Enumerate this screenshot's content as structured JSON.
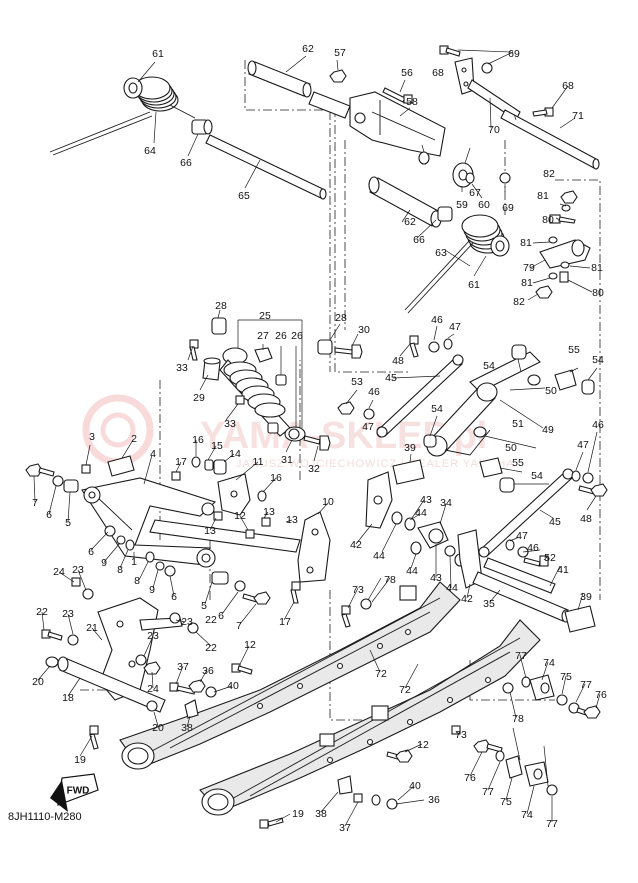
{
  "diagram_code": "8JH1110-M280",
  "watermark": {
    "main": "YAMA-SKLEP.pl",
    "sub": "JANUSZ WOJCIECHOWICZ | DEALER YAMAHA"
  },
  "direction_badge": "FWD",
  "callouts": {
    "c1": "1",
    "c2": "2",
    "c3": "3",
    "c4": "4",
    "c5a": "5",
    "c5b": "5",
    "c6a": "6",
    "c6b": "6",
    "c6c": "6",
    "c7a": "7",
    "c7b": "7",
    "c8a": "8",
    "c8b": "8",
    "c9a": "9",
    "c9b": "9",
    "c10": "10",
    "c11": "11",
    "c12a": "12",
    "c12b": "12",
    "c13a": "13",
    "c13b": "13",
    "c13c": "13",
    "c14": "14",
    "c15": "15",
    "c16a": "16",
    "c16b": "16",
    "c17a": "17",
    "c17b": "17",
    "c18": "18",
    "c19a": "19",
    "c19b": "19",
    "c20a": "20",
    "c20b": "20",
    "c21": "21",
    "c22a": "22",
    "c22b": "22",
    "c23a": "23",
    "c23b": "23",
    "c23c": "23",
    "c23d": "23",
    "c24a": "24",
    "c24b": "24",
    "c25": "25",
    "c26a": "26",
    "c26b": "26",
    "c27": "27",
    "c28a": "28",
    "c28b": "28",
    "c29": "29",
    "c30": "30",
    "c31": "31",
    "c32": "32",
    "c33a": "33",
    "c33b": "33",
    "c34": "34",
    "c35": "35",
    "c36a": "36",
    "c36b": "36",
    "c37a": "37",
    "c37b": "37",
    "c38a": "38",
    "c38b": "38",
    "c39a": "39",
    "c39b": "39",
    "c40a": "40",
    "c40b": "40",
    "c41": "41",
    "c42a": "42",
    "c42b": "42",
    "c43a": "43",
    "c43b": "43",
    "c44a": "44",
    "c44b": "44",
    "c45a": "45",
    "c45b": "45",
    "c46a": "46",
    "c46b": "46",
    "c46c": "46",
    "c47a": "47",
    "c47b": "47",
    "c47c": "47",
    "c48a": "48",
    "c48b": "48",
    "c49": "49",
    "c50a": "50",
    "c50b": "50",
    "c51": "51",
    "c52": "52",
    "c53": "53",
    "c54a": "54",
    "c54b": "54",
    "c54c": "54",
    "c54d": "54",
    "c55a": "55",
    "c55b": "55",
    "c56": "56",
    "c57": "57",
    "c58": "58",
    "c59": "59",
    "c60": "60",
    "c61a": "61",
    "c61b": "61",
    "c62a": "62",
    "c62b": "62",
    "c63": "63",
    "c64": "64",
    "c65": "65",
    "c66a": "66",
    "c66b": "66",
    "c67": "67",
    "c68a": "68",
    "c68b": "68",
    "c69a": "69",
    "c69b": "69",
    "c70": "70",
    "c71": "71",
    "c72a": "72",
    "c72b": "72",
    "c73a": "73",
    "c73b": "73",
    "c74a": "74",
    "c74b": "74",
    "c75a": "75",
    "c75b": "75",
    "c76a": "76",
    "c76b": "76",
    "c77a": "77",
    "c77b": "77",
    "c77c": "77",
    "c77d": "77",
    "c78a": "78",
    "c78b": "78",
    "c79": "79",
    "c80a": "80",
    "c80b": "80",
    "c81a": "81",
    "c81b": "81",
    "c81c": "81",
    "c81d": "81",
    "c82a": "82",
    "c82b": "82"
  }
}
